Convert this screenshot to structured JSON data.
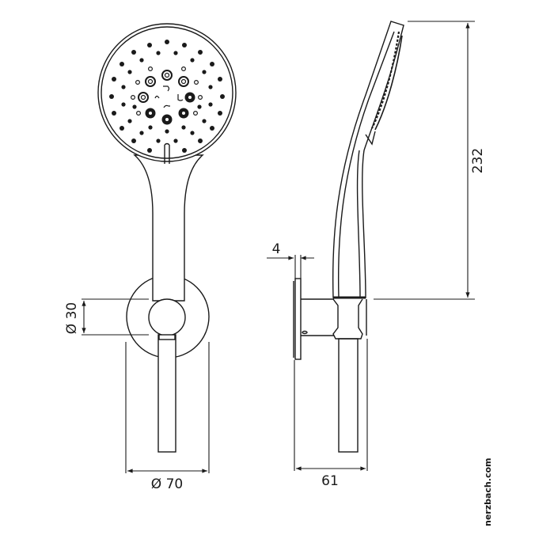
{
  "drawing": {
    "subject": "Hand shower with wall bracket",
    "views": [
      "front-view",
      "side-view"
    ]
  },
  "dimensions": {
    "bracket_diameter": "Ø 30",
    "rosette_diameter": "Ø 70",
    "rosette_thickness": "4",
    "projection": "61",
    "shower_height": "232"
  },
  "watermark": "nerzbach.com",
  "colors": {
    "line": "#1a1a1a",
    "background": "#ffffff"
  }
}
